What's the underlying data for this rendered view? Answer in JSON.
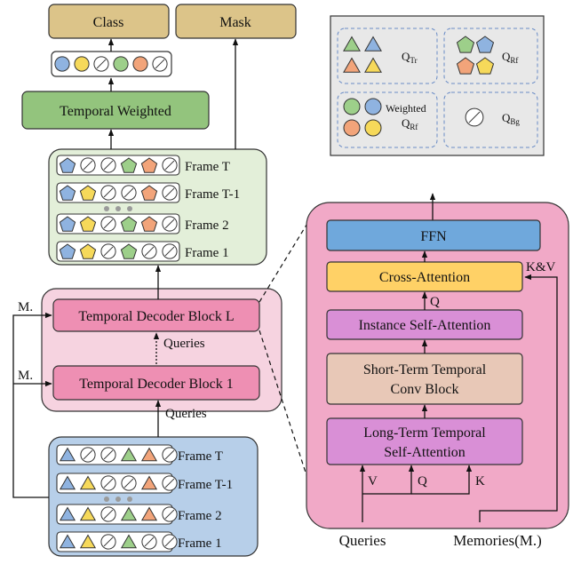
{
  "outputs": {
    "class_label": "Class",
    "mask_label": "Mask"
  },
  "temporal_weighted_label": "Temporal Weighted",
  "top_stack": {
    "frames": [
      {
        "label": "Frame T",
        "tokens": [
          "pent-blue",
          "null",
          "null",
          "pent-green",
          "pent-orange",
          "null"
        ]
      },
      {
        "label": "Frame T-1",
        "tokens": [
          "pent-blue",
          "pent-yellow",
          "null",
          "null",
          "pent-orange",
          "null"
        ]
      },
      {
        "label": "Frame 2",
        "tokens": [
          "pent-blue",
          "pent-yellow",
          "null",
          "pent-green",
          "pent-orange",
          "null"
        ]
      },
      {
        "label": "Frame 1",
        "tokens": [
          "pent-blue",
          "pent-yellow",
          "null",
          "pent-green",
          "null",
          "null"
        ]
      }
    ]
  },
  "weighted_strip_tokens": [
    "circ-blue",
    "circ-yellow",
    "null",
    "circ-green",
    "circ-orange",
    "null"
  ],
  "decoder": {
    "block_l_label": "Temporal Decoder Block L",
    "block_1_label": "Temporal Decoder Block 1",
    "queries_label": "Queries",
    "queries_below_label": "Queries",
    "memory_label": "M."
  },
  "bottom_stack": {
    "frames": [
      {
        "label": "Frame T",
        "tokens": [
          "tri-blue",
          "null",
          "null",
          "tri-green",
          "tri-orange",
          "null"
        ]
      },
      {
        "label": "Frame T-1",
        "tokens": [
          "tri-blue",
          "tri-yellow",
          "null",
          "null",
          "tri-orange",
          "null"
        ]
      },
      {
        "label": "Frame 2",
        "tokens": [
          "tri-blue",
          "tri-yellow",
          "null",
          "tri-green",
          "tri-orange",
          "null"
        ]
      },
      {
        "label": "Frame 1",
        "tokens": [
          "tri-blue",
          "tri-yellow",
          "null",
          "tri-green",
          "null",
          "null"
        ]
      }
    ]
  },
  "legend": {
    "q_tr": {
      "main": "Q",
      "sub": "Tr"
    },
    "q_rf": {
      "main": "Q",
      "sub": "Rf"
    },
    "weighted_q_rf": {
      "prefix": "Weighted",
      "main": "Q",
      "sub": "Rf"
    },
    "q_bg": {
      "main": "Q",
      "sub": "Bg"
    }
  },
  "detail": {
    "ffn_label": "FFN",
    "cross_attention_label": "Cross-Attention",
    "kv_label": "K&V",
    "q_label": "Q",
    "instance_self_attention_label": "Instance Self-Attention",
    "short_term_line1": "Short-Term Temporal",
    "short_term_line2": "Conv Block",
    "long_term_line1": "Long-Term Temporal",
    "long_term_line2": "Self-Attention",
    "v_input": "V",
    "q_input": "Q",
    "k_input": "K",
    "queries_input": "Queries",
    "memories_input": "Memories(M.)"
  },
  "colors": {
    "blue": "#8fb3e0",
    "yellow": "#f6d95a",
    "green": "#9dcf8a",
    "orange": "#f2a47a",
    "class_mask_box": "#dcc489",
    "temporal_weighted_box": "#93c47d",
    "top_stack_bg": "#e3efd9",
    "bottom_stack_bg": "#b7cfe9",
    "decoder_bg": "#f6d3e0",
    "decoder_block": "#ee8fb3",
    "detail_bg": "#f1a9c7",
    "ffn_box": "#6fa8dc",
    "cross_attention_box": "#ffd166",
    "self_attention_box": "#d98fd6",
    "conv_box": "#e8c8b7",
    "legend_bg": "#e8e8e8"
  }
}
